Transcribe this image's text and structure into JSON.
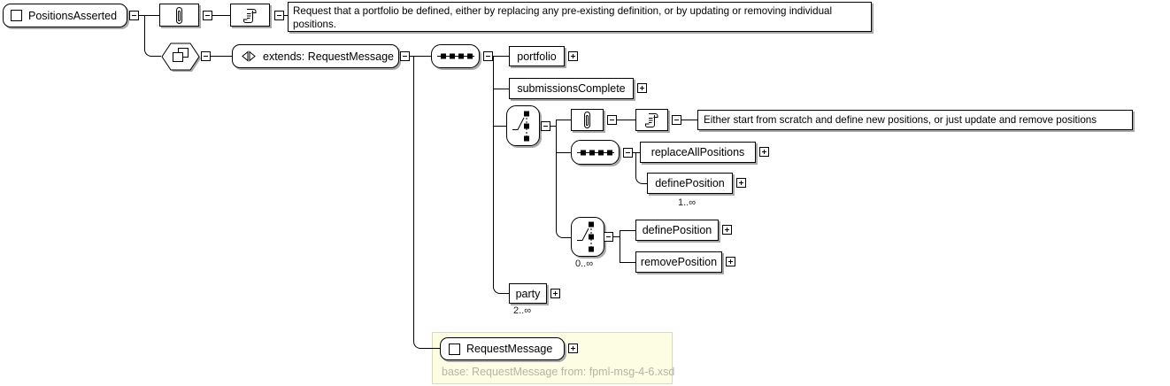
{
  "root": {
    "label": "PositionsAsserted"
  },
  "documentation": {
    "main": "Request that a portfolio be defined, either by replacing any pre-existing definition, or by updating or removing individual positions.",
    "choice": "Either start from scratch and define new positions, or just update and remove positions"
  },
  "extension": {
    "label": "extends: RequestMessage"
  },
  "elements": {
    "portfolio": {
      "label": "portfolio"
    },
    "submissionsComplete": {
      "label": "submissionsComplete"
    },
    "replaceAllPositions": {
      "label": "replaceAllPositions"
    },
    "definePosition1": {
      "label": "definePosition",
      "cardinality": "1..∞"
    },
    "definePosition2": {
      "label": "definePosition"
    },
    "removePosition": {
      "label": "removePosition"
    },
    "party": {
      "label": "party",
      "cardinality": "2..∞"
    }
  },
  "choice_group": {
    "cardinality": "0..∞"
  },
  "base": {
    "label": "RequestMessage",
    "note": "base: RequestMessage from: fpml-msg-4-6.xsd"
  }
}
